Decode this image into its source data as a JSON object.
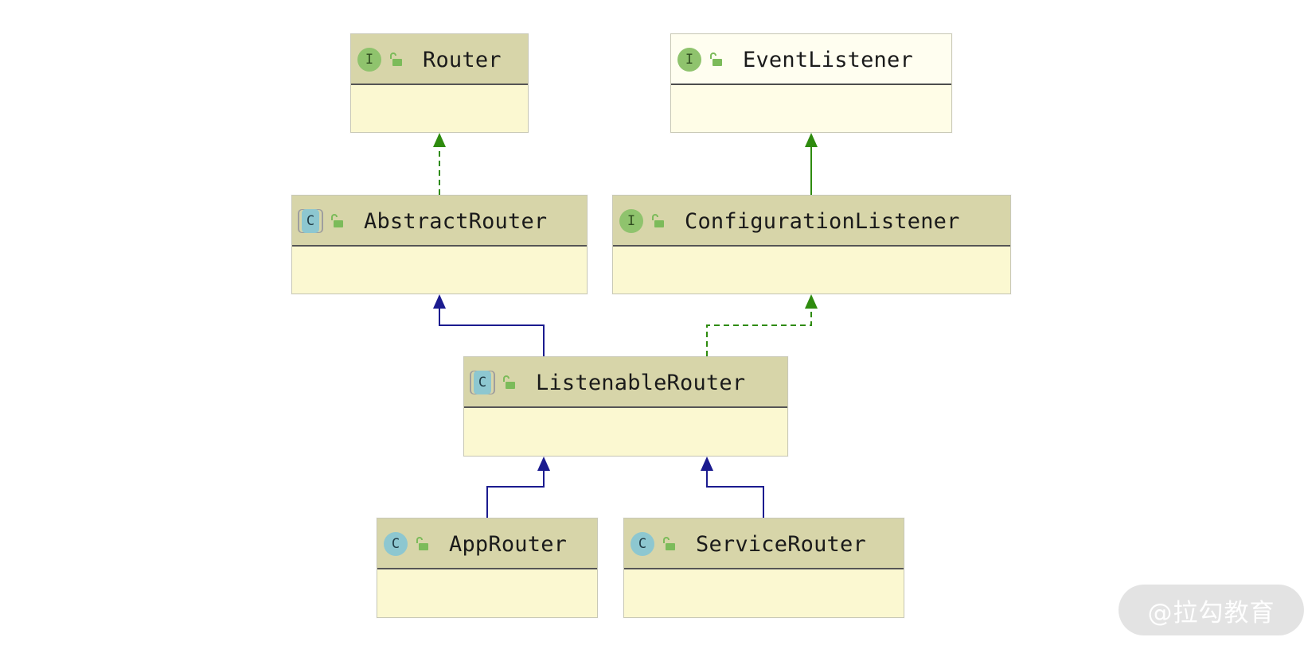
{
  "diagram": {
    "nodes": [
      {
        "id": "router",
        "label": "Router",
        "kind": "interface",
        "kind_letter": "I",
        "icon": "interface-icon",
        "access_icon": "unlocked-icon",
        "focus": false
      },
      {
        "id": "event-listener",
        "label": "EventListener",
        "kind": "interface",
        "kind_letter": "I",
        "icon": "interface-icon",
        "access_icon": "unlocked-icon",
        "focus": true
      },
      {
        "id": "abstract-router",
        "label": "AbstractRouter",
        "kind": "abstract",
        "kind_letter": "C",
        "icon": "abstract-class-icon",
        "access_icon": "unlocked-icon",
        "focus": false
      },
      {
        "id": "configuration-listener",
        "label": "ConfigurationListener",
        "kind": "interface",
        "kind_letter": "I",
        "icon": "interface-icon",
        "access_icon": "unlocked-icon",
        "focus": false
      },
      {
        "id": "listenable-router",
        "label": "ListenableRouter",
        "kind": "abstract",
        "kind_letter": "C",
        "icon": "abstract-class-icon",
        "access_icon": "unlocked-icon",
        "focus": false
      },
      {
        "id": "app-router",
        "label": "AppRouter",
        "kind": "class",
        "kind_letter": "C",
        "icon": "class-icon",
        "access_icon": "unlocked-icon",
        "focus": false
      },
      {
        "id": "service-router",
        "label": "ServiceRouter",
        "kind": "class",
        "kind_letter": "C",
        "icon": "class-icon",
        "access_icon": "unlocked-icon",
        "focus": false
      }
    ],
    "edges": [
      {
        "from": "abstract-router",
        "to": "router",
        "relation": "implements",
        "style": "dashed",
        "color": "#2e8b0e"
      },
      {
        "from": "configuration-listener",
        "to": "event-listener",
        "relation": "extends",
        "style": "solid",
        "color": "#2e8b0e"
      },
      {
        "from": "listenable-router",
        "to": "abstract-router",
        "relation": "extends",
        "style": "solid",
        "color": "#1b1b8f"
      },
      {
        "from": "listenable-router",
        "to": "configuration-listener",
        "relation": "implements",
        "style": "dashed",
        "color": "#2e8b0e"
      },
      {
        "from": "app-router",
        "to": "listenable-router",
        "relation": "extends",
        "style": "solid",
        "color": "#1b1b8f"
      },
      {
        "from": "service-router",
        "to": "listenable-router",
        "relation": "extends",
        "style": "solid",
        "color": "#1b1b8f"
      }
    ]
  },
  "colors": {
    "header": "#d7d5a9",
    "body": "#fbf8d1",
    "implements": "#2e8b0e",
    "extends": "#1b1b8f",
    "interface_icon": "#8fc36d",
    "class_icon": "#8dc7d0",
    "lock_icon": "#7cbb5a"
  },
  "watermark": {
    "text": "@拉勾教育"
  }
}
